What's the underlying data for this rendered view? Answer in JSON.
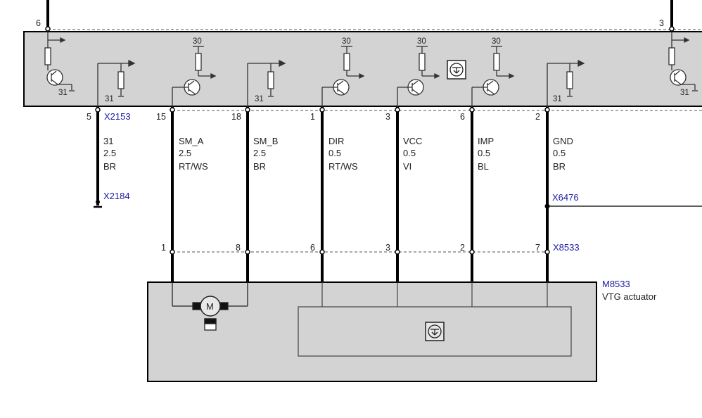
{
  "top_pins": {
    "left": "6",
    "right": "3"
  },
  "supply_label": "30",
  "ground_label": "31",
  "connectors": {
    "control_unit": "X2153",
    "ground_point": "X2184",
    "splice": "X6476",
    "actuator_plug": "X8533"
  },
  "wires": [
    {
      "cu_pin": "5",
      "signal": "31",
      "cross_section": "2.5",
      "color": "BR"
    },
    {
      "cu_pin": "15",
      "signal": "SM_A",
      "cross_section": "2.5",
      "color": "RT/WS",
      "act_pin": "1"
    },
    {
      "cu_pin": "18",
      "signal": "SM_B",
      "cross_section": "2.5",
      "color": "BR",
      "act_pin": "8"
    },
    {
      "cu_pin": "1",
      "signal": "DIR",
      "cross_section": "0.5",
      "color": "RT/WS",
      "act_pin": "6"
    },
    {
      "cu_pin": "3",
      "signal": "VCC",
      "cross_section": "0.5",
      "color": "VI",
      "act_pin": "3"
    },
    {
      "cu_pin": "6",
      "signal": "IMP",
      "cross_section": "0.5",
      "color": "BL",
      "act_pin": "2"
    },
    {
      "cu_pin": "2",
      "signal": "GND",
      "cross_section": "0.5",
      "color": "BR",
      "act_pin": "7"
    }
  ],
  "actuator": {
    "id": "M8533",
    "name": "VTG actuator",
    "motor_symbol": "M"
  }
}
